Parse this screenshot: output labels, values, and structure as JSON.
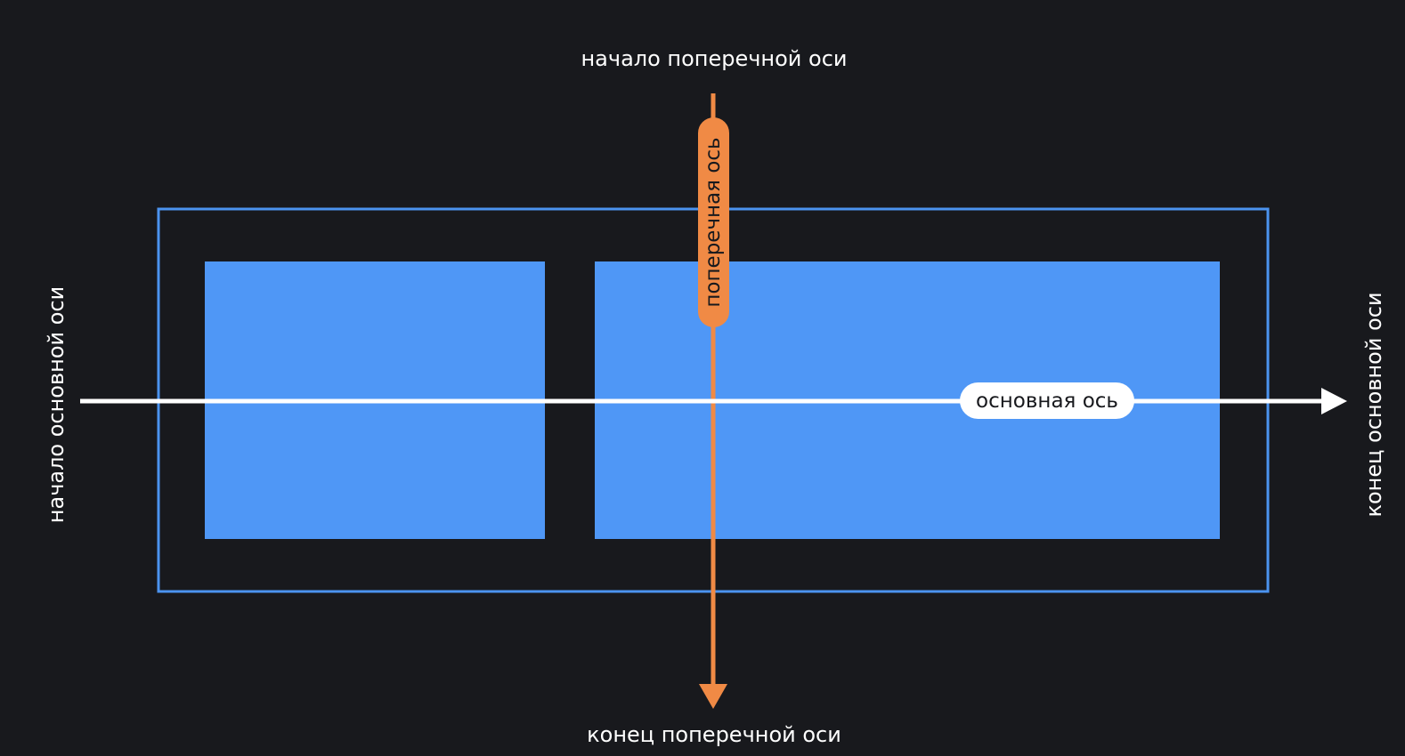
{
  "labels": {
    "cross_start": "начало поперечной оси",
    "cross_end": "конец поперечной оси",
    "main_start": "начало основной оси",
    "main_end": "конец основной оси",
    "main_axis": "основная ось",
    "cross_axis": "поперечная ось"
  },
  "colors": {
    "background": "#18191d",
    "container_border": "#4b93ef",
    "item_fill": "#4f97f6",
    "main_axis": "#ffffff",
    "cross_axis": "#f08a45",
    "label_text": "#ffffff",
    "pill_text": "#18191d"
  }
}
